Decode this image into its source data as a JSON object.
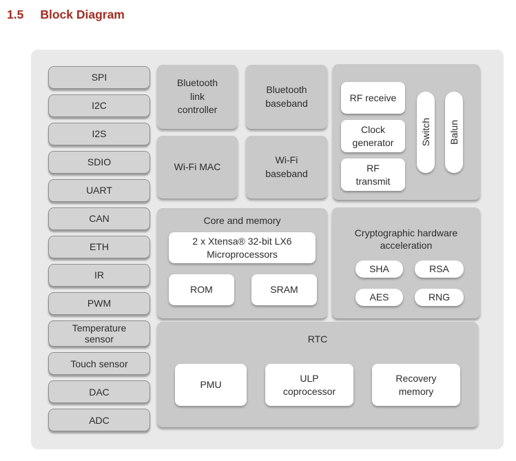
{
  "heading": {
    "number": "1.5",
    "title": "Block Diagram"
  },
  "peripherals": {
    "items": [
      "SPI",
      "I2C",
      "I2S",
      "SDIO",
      "UART",
      "CAN",
      "ETH",
      "IR",
      "PWM",
      "Temperature sensor",
      "Touch sensor",
      "DAC",
      "ADC"
    ]
  },
  "radio": {
    "bluetooth_link_controller": "Bluetooth link controller",
    "bluetooth_baseband": "Bluetooth baseband",
    "wifi_mac": "Wi-Fi MAC",
    "wifi_baseband": "Wi-Fi baseband"
  },
  "rf": {
    "receive": "RF receive",
    "clock_generator": "Clock generator",
    "transmit": "RF transmit",
    "switch": "Switch",
    "balun": "Balun"
  },
  "core": {
    "title": "Core and memory",
    "cpu": "2 x Xtensa® 32-bit LX6 Microprocessors",
    "rom": "ROM",
    "sram": "SRAM"
  },
  "crypto": {
    "title": "Cryptographic hardware acceleration",
    "sha": "SHA",
    "rsa": "RSA",
    "aes": "AES",
    "rng": "RNG"
  },
  "rtc": {
    "title": "RTC",
    "pmu": "PMU",
    "ulp": "ULP coprocessor",
    "recovery": "Recovery memory"
  },
  "colors": {
    "heading_red": "#a22c21",
    "diagram_background": "#e9e9e9",
    "section_gray": "#c9c9c9",
    "peripheral_pill_gray": "#d3d3d3",
    "inner_block_white": "#ffffff",
    "text": "#2b2b2b"
  }
}
